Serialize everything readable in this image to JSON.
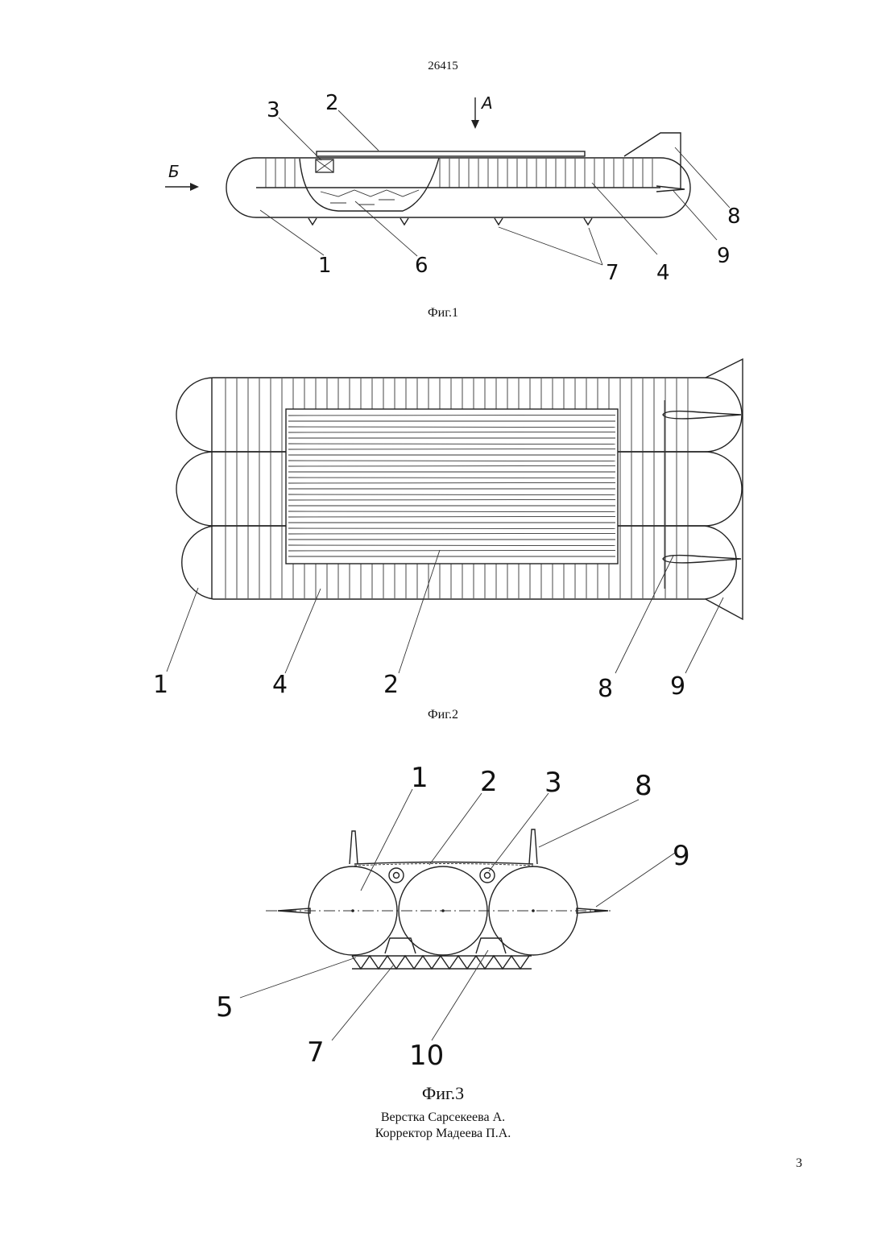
{
  "header": {
    "doc_number": "26415"
  },
  "figures": {
    "fig1": {
      "caption": "Фиг.1",
      "arrow_a": "А",
      "arrow_b": "Б",
      "labels": [
        "1",
        "2",
        "3",
        "4",
        "6",
        "7",
        "8",
        "9"
      ]
    },
    "fig2": {
      "caption": "Фиг.2",
      "labels": [
        "1",
        "4",
        "2",
        "8",
        "9"
      ]
    },
    "fig3": {
      "caption": "Фиг.3",
      "labels": [
        "1",
        "2",
        "3",
        "8",
        "9",
        "5",
        "7",
        "10"
      ]
    }
  },
  "credits": {
    "layout": "Верстка Сарсекеева А.",
    "corrector": "Корректор Мадеева П.А."
  },
  "footer": {
    "page_number": "3"
  }
}
